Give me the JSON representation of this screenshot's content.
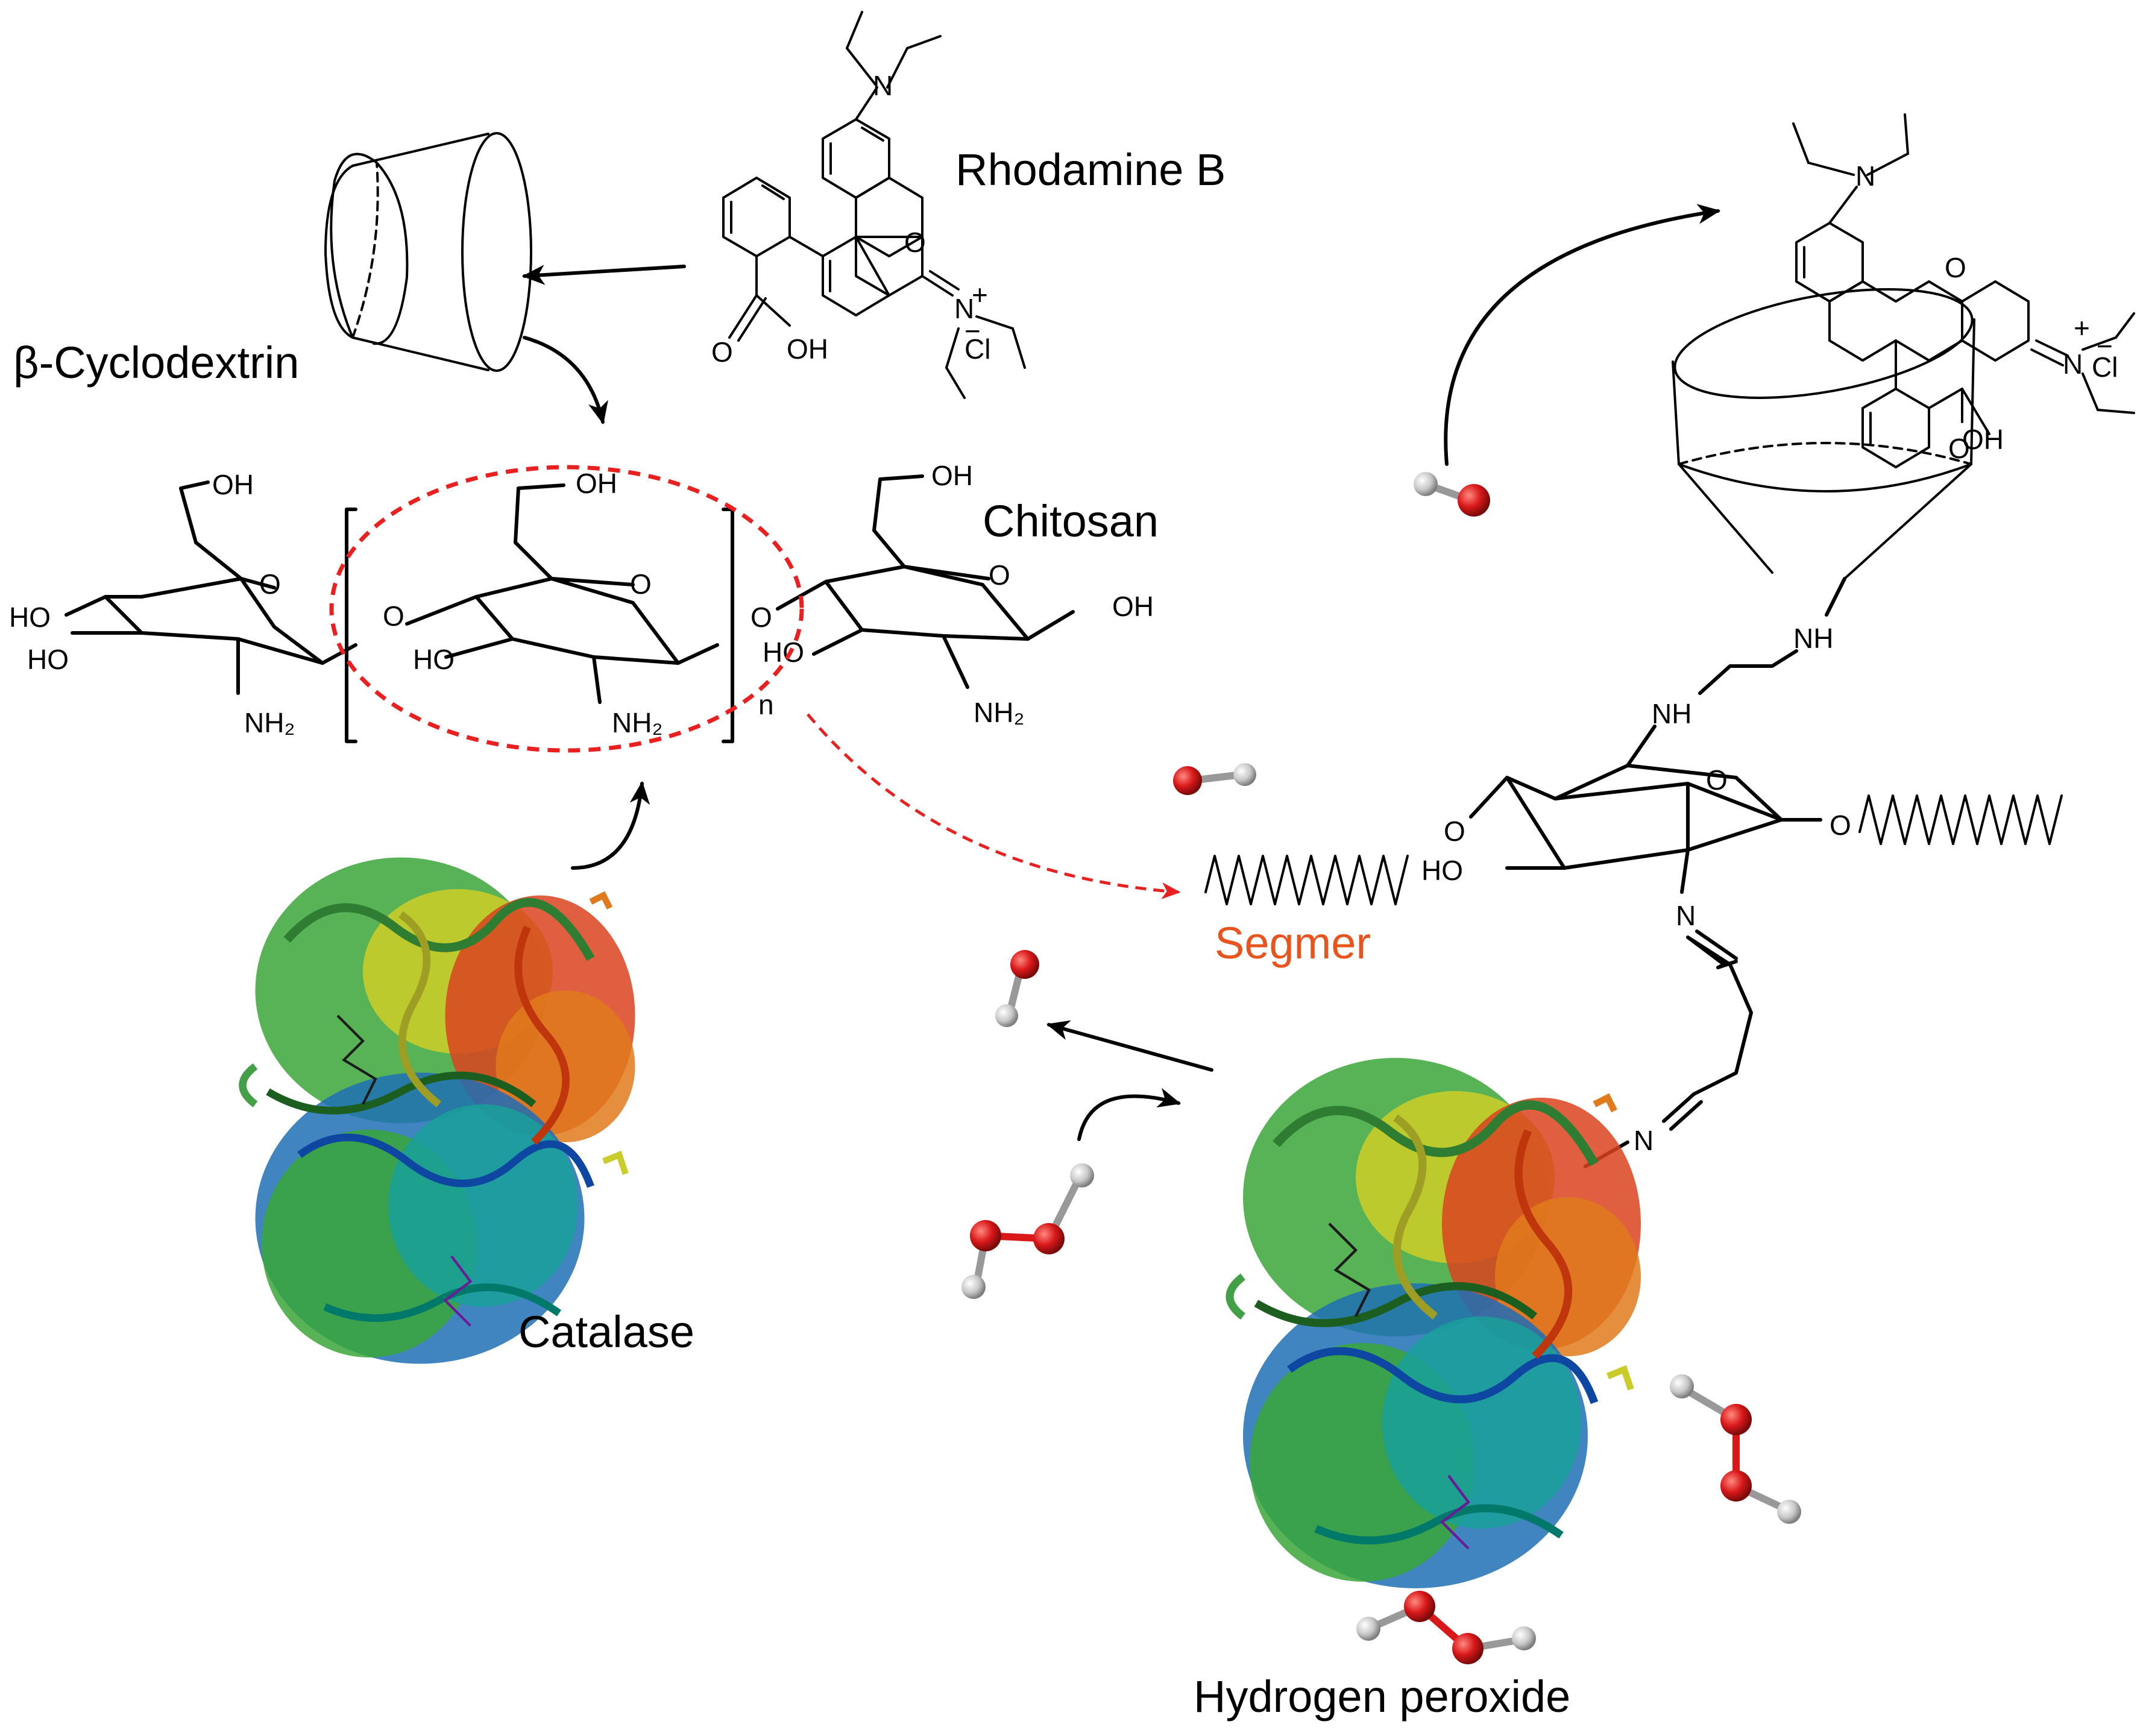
{
  "labels": {
    "rhodamine": "Rhodamine B",
    "cyclodextrin": "β-Cyclodextrin",
    "chitosan": "Chitosan",
    "catalase": "Catalase",
    "segmer": "Segmer",
    "peroxide": "Hydrogen peroxide"
  },
  "atoms": {
    "oh": "OH",
    "o": "O",
    "ho": "HO",
    "nh2": "NH₂",
    "n": "N",
    "nh": "NH",
    "cl": "Cl",
    "plus": "+",
    "minus": "−",
    "subscript_n": "n"
  },
  "colors": {
    "segmer": "#e8541e",
    "dashed_red": "#e82020",
    "oxygen": "#d9181a",
    "hydrogen": "#c8c8c8",
    "protein_green": "#3aa637",
    "protein_yellow": "#c9cc2a",
    "protein_blue": "#1f6fb5",
    "protein_teal": "#1aa09a",
    "protein_red": "#d9431e",
    "protein_orange": "#e07a1c"
  },
  "icons": {
    "cyclodextrin": "truncated-cone-icon",
    "catalase": "protein-ribbon-icon",
    "water": "water-molecule-icon",
    "peroxide": "hydrogen-peroxide-molecule-icon"
  }
}
